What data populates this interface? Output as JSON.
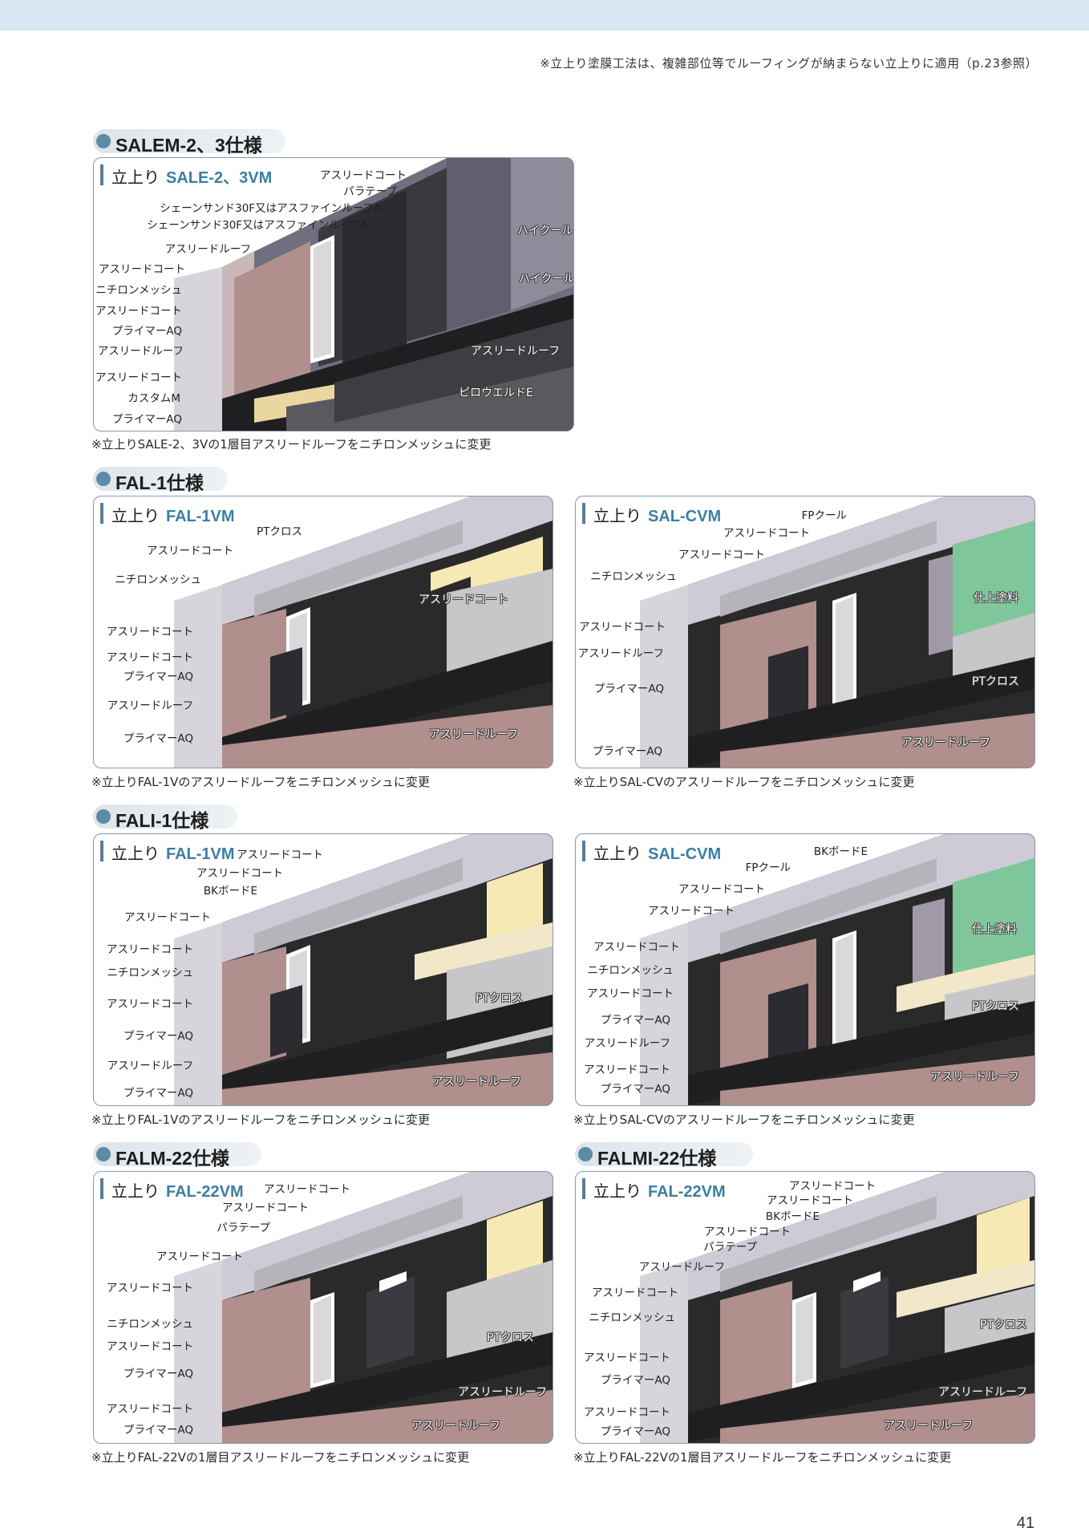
{
  "top_note": "※立上り塗膜工法は、複雑部位等でルーフィングが納まらない立上りに適用（p.23参照）",
  "page_number": "41",
  "panels": [
    {
      "section": "SALEM-2、3仕様",
      "head": "立上り",
      "code": "SALE-2、3VM",
      "note": "※立上りSALE-2、3Vの1層目アスリードルーフをニチロンメッシュに変更",
      "labels": [
        "アスリードコート",
        "パラテープ",
        "シェーンサンド30F又はアスファインルーフA",
        "シェーンサンド30F又はアスファインルーフA",
        "アスリードルーフ",
        "アスリードコート",
        "ニチロンメッシュ",
        "アスリードコート",
        "プライマーAQ",
        "アスリードルーフ",
        "アスリードコート",
        "カスタムM",
        "プライマーAQ"
      ],
      "inline": [
        "ハイクール",
        "ハイクール",
        "アスリードルーフ",
        "ピロウエルドE"
      ]
    },
    {
      "section": "FAL-1仕様",
      "head": "立上り",
      "code": "FAL-1VM",
      "note": "※立上りFAL-1Vのアスリードルーフをニチロンメッシュに変更",
      "labels": [
        "PTクロス",
        "アスリードコート",
        "ニチロンメッシュ",
        "アスリードコート",
        "アスリードコート",
        "プライマーAQ",
        "アスリードルーフ",
        "プライマーAQ"
      ],
      "inline": [
        "アスリードコート",
        "アスリードルーフ"
      ]
    },
    {
      "section": "",
      "head": "立上り",
      "code": "SAL-CVM",
      "note": "※立上りSAL-CVのアスリードルーフをニチロンメッシュに変更",
      "labels": [
        "FPクール",
        "アスリードコート",
        "アスリードコート",
        "ニチロンメッシュ",
        "アスリードコート",
        "アスリードルーフ",
        "プライマーAQ",
        "プライマーAQ"
      ],
      "inline": [
        "仕上塗料",
        "PTクロス",
        "アスリードルーフ"
      ]
    },
    {
      "section": "FALI-1仕様",
      "head": "立上り",
      "code": "FAL-1VM",
      "note": "※立上りFAL-1Vのアスリードルーフをニチロンメッシュに変更",
      "labels": [
        "アスリードコート",
        "アスリードコート",
        "BKボードE",
        "アスリードコート",
        "アスリードコート",
        "ニチロンメッシュ",
        "アスリードコート",
        "プライマーAQ",
        "アスリードルーフ",
        "プライマーAQ"
      ],
      "inline": [
        "PTクロス",
        "アスリードルーフ"
      ]
    },
    {
      "section": "",
      "head": "立上り",
      "code": "SAL-CVM",
      "note": "※立上りSAL-CVのアスリードルーフをニチロンメッシュに変更",
      "labels": [
        "BKボードE",
        "FPクール",
        "アスリードコート",
        "アスリードコート",
        "アスリードコート",
        "ニチロンメッシュ",
        "アスリードコート",
        "プライマーAQ",
        "アスリードルーフ",
        "アスリードコート",
        "プライマーAQ"
      ],
      "inline": [
        "仕上塗料",
        "PTクロス",
        "アスリードルーフ"
      ]
    },
    {
      "section": "FALM-22仕様",
      "head": "立上り",
      "code": "FAL-22VM",
      "note": "※立上りFAL-22Vの1層目アスリードルーフをニチロンメッシュに変更",
      "labels": [
        "アスリードコート",
        "アスリードコート",
        "パラテープ",
        "アスリードコート",
        "アスリードコート",
        "ニチロンメッシュ",
        "アスリードコート",
        "プライマーAQ",
        "アスリードコート",
        "プライマーAQ"
      ],
      "inline": [
        "PTクロス",
        "アスリードルーフ",
        "アスリードルーフ"
      ]
    },
    {
      "section": "FALMI-22仕様",
      "head": "立上り",
      "code": "FAL-22VM",
      "note": "※立上りFAL-22Vの1層目アスリードルーフをニチロンメッシュに変更",
      "labels": [
        "アスリードコート",
        "アスリードコート",
        "BKボードE",
        "アスリードコート",
        "パラテープ",
        "アスリードルーフ",
        "アスリードコート",
        "ニチロンメッシュ",
        "アスリードコート",
        "プライマーAQ",
        "アスリードコート",
        "プライマーAQ"
      ],
      "inline": [
        "PTクロス",
        "アスリードルーフ",
        "アスリードルーフ"
      ]
    }
  ],
  "colors": {
    "band": "#d6e6f3",
    "accent": "#3c7ea3",
    "concrete": "#cfcbd6",
    "membrane": "#2a2a2a",
    "pink": "#b08f8c",
    "green": "#7fc79b",
    "cream": "#f6e9b3"
  }
}
